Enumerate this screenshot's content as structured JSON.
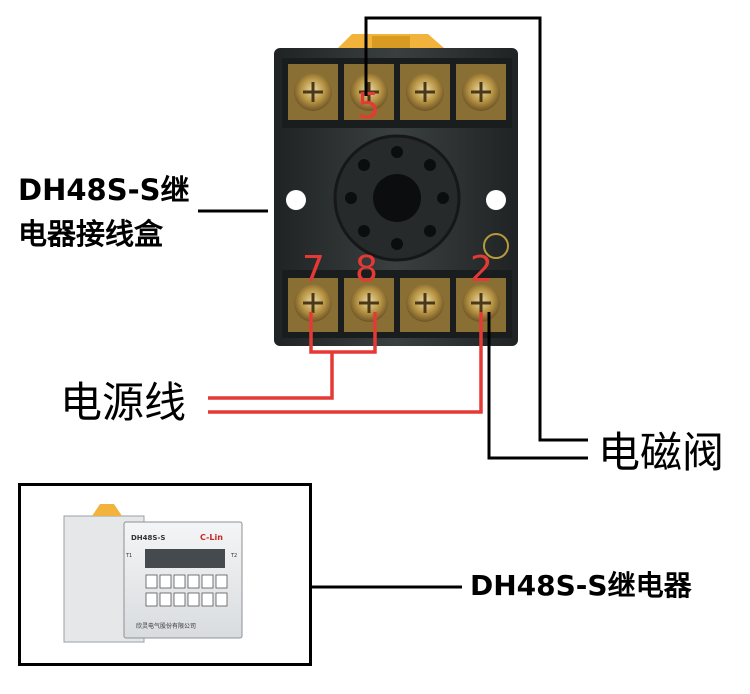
{
  "labels": {
    "socket": "DH48S-S继电器接线盒",
    "power": "电源线",
    "valve": "电磁阀",
    "relay": "DH48S-S继电器"
  },
  "terminals": {
    "t5": "5",
    "t7": "7",
    "t8": "8",
    "t2": "2"
  },
  "relay_face": {
    "model": "DH48S-S",
    "brand": "C-Lin",
    "t1": "T1",
    "t2": "T2",
    "maker": "欣灵电气股份有限公司"
  },
  "colors": {
    "wire_black": "#000000",
    "wire_red": "#e53935",
    "socket_body": "#2b2f30",
    "clip": "#f2b33d",
    "terminal_brass": "#c9a24a"
  }
}
